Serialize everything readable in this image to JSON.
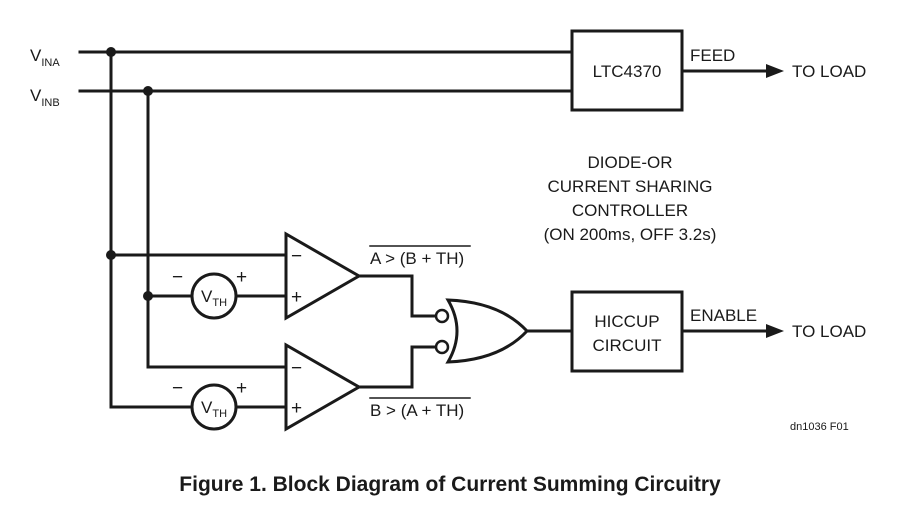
{
  "inputs": {
    "a": {
      "main": "V",
      "sub": "INA"
    },
    "b": {
      "main": "V",
      "sub": "INB"
    }
  },
  "blocks": {
    "controller": "LTC4370",
    "hiccup_line1": "HICCUP",
    "hiccup_line2": "CIRCUIT"
  },
  "signals": {
    "feed": "FEED",
    "enable": "ENABLE",
    "to_load": "TO LOAD"
  },
  "description": {
    "line1": "DIODE-OR",
    "line2": "CURRENT SHARING",
    "line3": "CONTROLLER",
    "line4": "(ON 200ms, OFF 3.2s)"
  },
  "comparators": {
    "top_output": "A > (B + TH)",
    "bottom_output": "B > (A + TH)",
    "minus": "−",
    "plus": "+"
  },
  "threshold": {
    "main": "V",
    "sub": "TH"
  },
  "ref": "dn1036 F01",
  "caption": "Figure 1. Block Diagram of Current Summing Circuitry"
}
